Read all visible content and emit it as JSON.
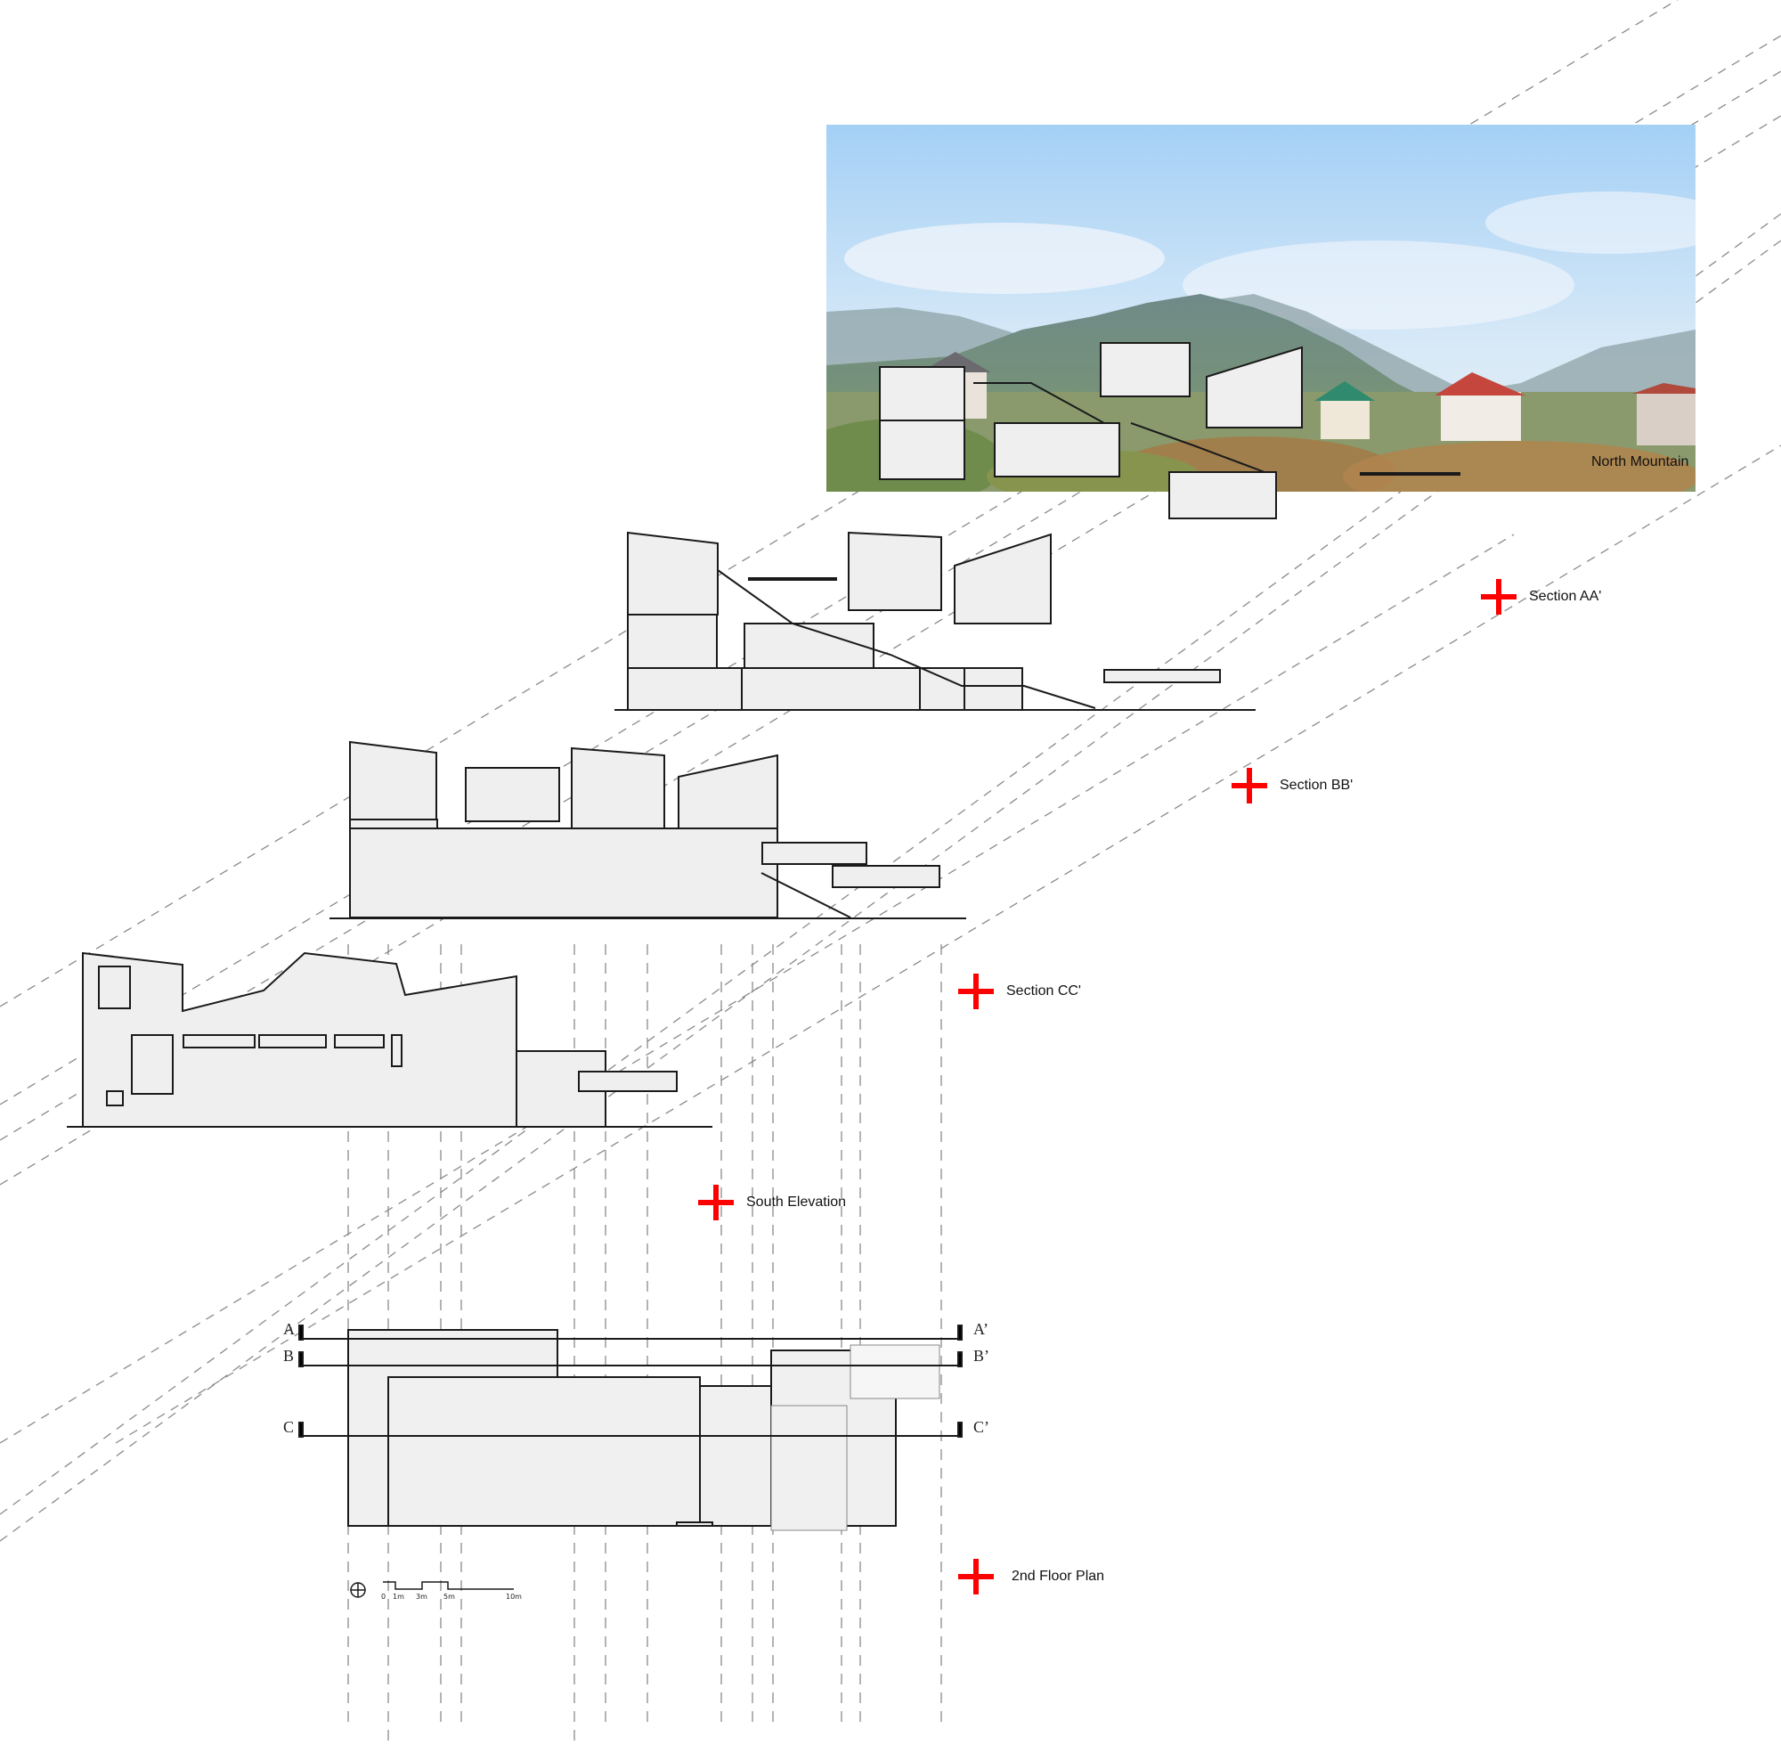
{
  "drawing": {
    "type": "architectural projection sheet",
    "colors": {
      "marker_red": "#ff0000",
      "line_dark": "#1a1a1a",
      "fill_light": "#efefef",
      "dash_gray": "#8a8a8a",
      "sky_blue": "#a9d2f5"
    }
  },
  "photo": {
    "label": "North Mountain"
  },
  "views": [
    {
      "id": "section-aa",
      "label": "Section AA'"
    },
    {
      "id": "section-bb",
      "label": "Section BB'"
    },
    {
      "id": "section-cc",
      "label": "Section CC'"
    },
    {
      "id": "south-elevation",
      "label": "South Elevation"
    },
    {
      "id": "second-floor-plan",
      "label": "2nd Floor Plan"
    }
  ],
  "section_cuts": {
    "left": [
      "A",
      "B",
      "C"
    ],
    "right": [
      "A’",
      "B’",
      "C’"
    ]
  },
  "scale_bar": {
    "ticks": [
      "0",
      "1m",
      "3m",
      "5m",
      "10m"
    ]
  },
  "north_arrow": {
    "icon": "north-arrow-icon"
  }
}
